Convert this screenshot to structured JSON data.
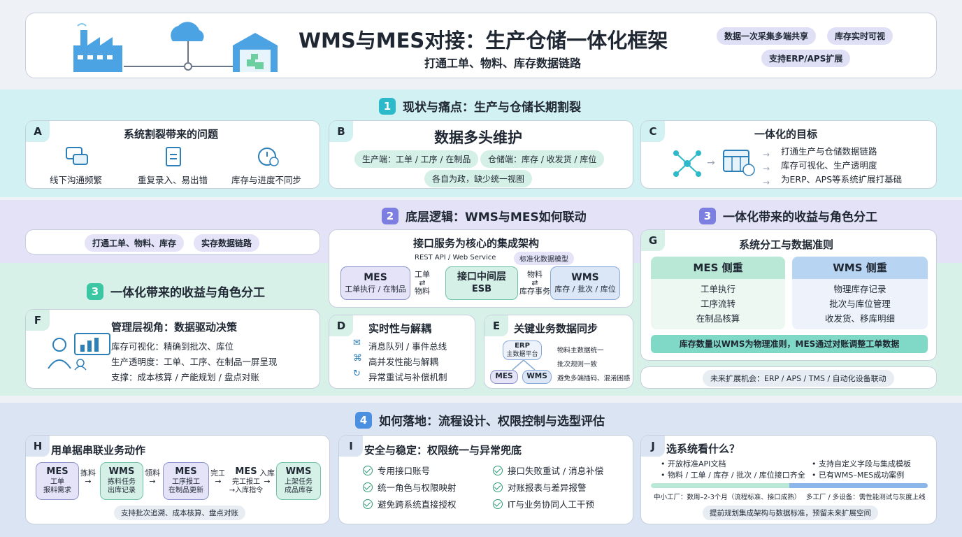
{
  "header": {
    "title": "WMS与MES对接：生产仓储一体化框架",
    "subtitle": "打通工单、物料、库存数据链路",
    "tags": [
      "数据一次采集多端共享",
      "库存实时可视",
      "支持ERP/APS扩展"
    ]
  },
  "sections": {
    "s1": {
      "num": "1",
      "title": "现状与痛点：生产与仓储长期割裂"
    },
    "s2": {
      "num": "2",
      "title": "底层逻辑：WMS与MES如何联动"
    },
    "s3": {
      "num": "3",
      "title": "一体化带来的收益与角色分工"
    },
    "s4": {
      "num": "4",
      "title": "如何落地：流程设计、权限控制与选型评估"
    }
  },
  "cardA": {
    "letter": "A",
    "title": "系统割裂带来的问题",
    "items": [
      {
        "icon": "chat-icon",
        "label": "线下沟通频繁"
      },
      {
        "icon": "document-icon",
        "label": "重复录入、易出错"
      },
      {
        "icon": "clock-icon",
        "label": "库存与进度不同步"
      }
    ]
  },
  "cardB": {
    "letter": "B",
    "title": "数据多头维护",
    "pill1": "生产端：工单 / 工序 / 在制品",
    "pill2": "仓储端：库存 / 收发货 / 库位",
    "pill3": "各自为政，缺少统一视图"
  },
  "cardC": {
    "letter": "C",
    "title": "一体化的目标",
    "goals": [
      "打通生产与仓储数据链路",
      "库存可视化、生产透明度",
      "为ERP、APS等系统扩展打基础"
    ]
  },
  "leftPills": [
    "打通工单、物料、库存",
    "实存数据链路"
  ],
  "integration": {
    "title": "接口服务为核心的集成架构",
    "tags": [
      "REST API / Web Service",
      "标准化数据模型"
    ],
    "mes": {
      "name": "MES",
      "sub": "工单执行 / 在制品"
    },
    "esb": {
      "name": "接口中间层",
      "sub": "ESB"
    },
    "wms": {
      "name": "WMS",
      "sub": "库存 / 批次 / 库位"
    },
    "left_top": "工单",
    "left_bottom": "物料",
    "right_top": "物料",
    "right_bottom": "库存事务"
  },
  "cardD": {
    "letter": "D",
    "title": "实时性与解耦",
    "items": [
      {
        "icon": "mail-icon",
        "label": "消息队列 / 事件总线"
      },
      {
        "icon": "network-icon",
        "label": "高并发性能与解耦"
      },
      {
        "icon": "retry-icon",
        "label": "异常重试与补偿机制"
      }
    ]
  },
  "cardE": {
    "letter": "E",
    "title": "关键业务数据同步",
    "erp": "ERP",
    "erp_sub": "主数据平台",
    "mes": "MES",
    "wms": "WMS",
    "notes": [
      "物料主数据统一",
      "批次规则一致",
      "避免多端插码、混淆困惑"
    ]
  },
  "cardF": {
    "letter": "F",
    "title": "管理层视角：数据驱动决策",
    "lines": [
      "库存可视化：精确到批次、库位",
      "生产透明度：工单、工序、在制品一屏呈现",
      "支撑：成本核算 / 产能规划 / 盘点对账"
    ]
  },
  "cardG": {
    "letter": "G",
    "title": "系统分工与数据准则",
    "mes_head": "MES 侧重",
    "mes_items": [
      "工单执行",
      "工序流转",
      "在制品核算"
    ],
    "wms_head": "WMS 侧重",
    "wms_items": [
      "物理库存记录",
      "批次与库位管理",
      "收发货、移库明细"
    ],
    "rule": "库存数量以WMS为物理准则，MES通过对账调整工单数据"
  },
  "future": "未来扩展机会：ERP / APS / TMS / 自动化设备联动",
  "cardH": {
    "letter": "H",
    "title": "用单据串联业务动作",
    "steps": [
      {
        "name": "MES",
        "sub": "工单\n报料需求"
      },
      {
        "name": "WMS",
        "sub": "拣料任务\n出库记录"
      },
      {
        "name": "MES",
        "sub": "工序报工\n在制品更新"
      },
      {
        "name": "MES",
        "sub": "完工报工\n→入库指令"
      },
      {
        "name": "WMS",
        "sub": "上架任务\n成品库存"
      }
    ],
    "arrows": [
      "拣料",
      "领料",
      "完工",
      "入库"
    ],
    "footer": "支持批次追溯、成本核算、盘点对账"
  },
  "cardI": {
    "letter": "I",
    "title": "安全与稳定：权限统一与异常兜底",
    "items": [
      "专用接口账号",
      "接口失败重试 / 消息补偿",
      "统一角色与权限映射",
      "对账报表与差异报警",
      "避免跨系统直接授权",
      "IT与业务协同人工干预"
    ]
  },
  "cardJ": {
    "letter": "J",
    "title": "选系统看什么？",
    "items": [
      "• 开放标准API文档",
      "• 支持自定义字段与集成模板",
      "• 物料 / 工单 / 库存 / 批次 / 库位接口齐全",
      "• 已有WMS–MES成功案例"
    ],
    "timeline_left": "中小工厂：数周–2-3个月（流程标准、接口成熟）",
    "timeline_right": "多工厂 / 多设备：需性能测试与灰度上线",
    "footer": "提前规划集成架构与数据标准，预留未来扩展空间"
  },
  "colors": {
    "teal_band": "#d2f1f3",
    "purple_band": "#e3e2f7",
    "green_band": "#d7f1e8",
    "blue_band": "#dbe4f2",
    "teal": "#2cb9c9",
    "purple": "#7c7fe0",
    "blue": "#4a8fe0"
  }
}
